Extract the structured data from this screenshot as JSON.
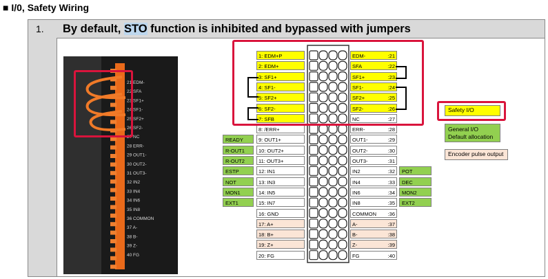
{
  "section": {
    "title": "■ I/0, Safety Wiring"
  },
  "row": {
    "number": "1.",
    "header": {
      "pre": "By default, ",
      "highlight": "STO",
      "post": " function is inhibited and bypassed with jumpers"
    }
  },
  "photo": {
    "labels": [
      "21 EDM-",
      "22 SFA",
      "23 SF1+",
      "24 SF1-",
      "25 SF2+",
      "26 SF2-",
      "27 NC",
      "28 ERR-",
      "29 OUT1-",
      "30 OUT2-",
      "31 OUT3-",
      "32 IN2",
      "33 IN4",
      "34 IN6",
      "35 IN8",
      "36 COMMON",
      "37 A-",
      "38 B-",
      "39 Z-",
      "40 FG"
    ]
  },
  "terminals_left": [
    {
      "label": "1: EDM+P",
      "color": "yellow"
    },
    {
      "label": "2: EDM+",
      "color": "yellow"
    },
    {
      "label": "3: SF1+",
      "color": "yellow"
    },
    {
      "label": "4: SF1-",
      "color": "yellow"
    },
    {
      "label": "5: SF2+",
      "color": "yellow"
    },
    {
      "label": "6: SF2-",
      "color": "yellow"
    },
    {
      "label": "7: SFB",
      "color": "yellow"
    },
    {
      "label": "8: /ERR+",
      "color": "white"
    },
    {
      "label": "9: OUT1+",
      "color": "white"
    },
    {
      "label": "10: OUT2+",
      "color": "white"
    },
    {
      "label": "11: OUT3+",
      "color": "white"
    },
    {
      "label": "12: IN1",
      "color": "white"
    },
    {
      "label": "13: IN3",
      "color": "white"
    },
    {
      "label": "14: IN5",
      "color": "white"
    },
    {
      "label": "15: IN7",
      "color": "white"
    },
    {
      "label": "16: GND",
      "color": "white"
    },
    {
      "label": "17: A+",
      "color": "pink"
    },
    {
      "label": "18: B+",
      "color": "pink"
    },
    {
      "label": "19: Z+",
      "color": "pink"
    },
    {
      "label": "20: FG",
      "color": "white"
    }
  ],
  "terminals_right": [
    {
      "label": "EDM-",
      "num": ":21",
      "color": "yellow"
    },
    {
      "label": "SFA",
      "num": ":22",
      "color": "yellow"
    },
    {
      "label": "SF1+",
      "num": ":23",
      "color": "yellow"
    },
    {
      "label": "SF1-",
      "num": ":24",
      "color": "yellow"
    },
    {
      "label": "SF2+",
      "num": ":25",
      "color": "yellow"
    },
    {
      "label": "SF2-",
      "num": ":26",
      "color": "yellow"
    },
    {
      "label": "NC",
      "num": ":27",
      "color": "white"
    },
    {
      "label": "ERR-",
      "num": ":28",
      "color": "white"
    },
    {
      "label": "OUT1-",
      "num": ":29",
      "color": "white"
    },
    {
      "label": "OUT2-",
      "num": ":30",
      "color": "white"
    },
    {
      "label": "OUT3-",
      "num": ":31",
      "color": "white"
    },
    {
      "label": "IN2",
      "num": ":32",
      "color": "white"
    },
    {
      "label": "IN4",
      "num": ":33",
      "color": "white"
    },
    {
      "label": "IN6",
      "num": ":34",
      "color": "white"
    },
    {
      "label": "IN8",
      "num": ":35",
      "color": "white"
    },
    {
      "label": "COMMON",
      "num": ":36",
      "color": "white"
    },
    {
      "label": "A-",
      "num": ":37",
      "color": "pink"
    },
    {
      "label": "B-",
      "num": ":38",
      "color": "pink"
    },
    {
      "label": "Z-",
      "num": ":39",
      "color": "pink"
    },
    {
      "label": "FG",
      "num": ":40",
      "color": "white"
    }
  ],
  "func_left": [
    {
      "row": 8,
      "label": "READY"
    },
    {
      "row": 9,
      "label": "R-OUT1"
    },
    {
      "row": 10,
      "label": "R-OUT2"
    },
    {
      "row": 11,
      "label": "ESTP"
    },
    {
      "row": 12,
      "label": "NOT"
    },
    {
      "row": 13,
      "label": "MON1"
    },
    {
      "row": 14,
      "label": "EXT1"
    }
  ],
  "func_right": [
    {
      "row": 11,
      "label": "POT"
    },
    {
      "row": 12,
      "label": "DEC"
    },
    {
      "row": 13,
      "label": "MON2"
    },
    {
      "row": 14,
      "label": "EXT2"
    }
  ],
  "legend": {
    "safety": "Safety I/O",
    "general_line1": "General I/O",
    "general_line2": "Default allocation",
    "encoder": "Encoder pulse output"
  },
  "colors": {
    "yellow": "#ffff00",
    "white": "#ffffff",
    "pink": "#fbe5d6",
    "green": "#92d050",
    "red": "#d9143c",
    "highlight": "#bdd7ee"
  }
}
